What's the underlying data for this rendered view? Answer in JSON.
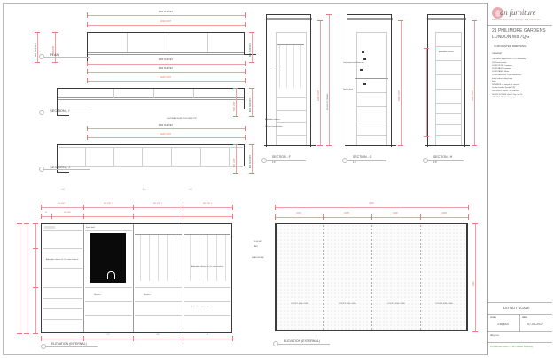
{
  "sheet": {
    "title_block": {
      "logo": {
        "script_text": "an furniture",
        "tagline": "Bespoke Furniture Design & Production"
      },
      "project_address_line1": "21 PHILIMORE GARDENS",
      "project_address_line2": "LONDON W8 7QG",
      "room_ref": "/5.28  MASTER DRESSING",
      "material_heading": "material",
      "material_lines": [
        "CARCASS: Egger H3451 ST22 Rosewood",
        "                (18-25mm boards)",
        "DOOR FRONT: Laminate",
        "DOOR BACK: Laminate",
        "DOOR PANEL: Mirror",
        "DOOR HANDLES: J-pull inserted into",
        "                frame and matching frame",
        "                finish",
        "DRAWERS: as sample for carcass",
        "                Leather handles (handle T45)",
        "SIDE ENDS: leather 2 lip and back",
        "GLIDES SYSTEM: Hettich Top Line XL",
        "HANGING RAILS: Champagne brushed"
      ],
      "do_not_scale": "DO NOT SCALE",
      "scale_label": "scale",
      "scale_value": "1:8@A3",
      "date_label": "date",
      "date_value": "07-06-2017",
      "dwg_no_label": "dwg no.",
      "dwg_no_value": "",
      "file_ref": "21 Philimore Gdns / 5.28 / Master Dressing"
    },
    "views": [
      {
        "name": "plan",
        "label": "PLAN",
        "scale": ""
      },
      {
        "name": "section-i",
        "label": "SECTION - I",
        "scale": "1:8"
      },
      {
        "name": "section-j",
        "label": "SECTION - J",
        "scale": "1:8"
      },
      {
        "name": "section-f",
        "label": "SECTION - F",
        "scale": "1:8"
      },
      {
        "name": "section-g",
        "label": "SECTION - G",
        "scale": "1:8"
      },
      {
        "name": "section-h",
        "label": "SECTION - H",
        "scale": "1:8"
      },
      {
        "name": "elevation-internal",
        "label": "ELEVATION (INTERNAL)",
        "scale": ""
      },
      {
        "name": "elevation-external",
        "label": "ELEVATION (EXTERNAL)",
        "scale": ""
      }
    ],
    "plan": {
      "dim_top_overall": "4052 SURVEY",
      "dim_top_inner": "4010 UNIT",
      "dim_bottom": "4052 SURVEY",
      "dim_left": "600 SURVEY",
      "dim_left_inner": "560 UNIT",
      "dim_right": "600 SURVEY"
    },
    "section_i": {
      "dim_top_overall": "4052 SURVEY",
      "dim_top_inner": "4010 UNIT",
      "dim_right": "600 SURVEY",
      "dim_right_inner": "560 UNIT",
      "note": "LIGHTWAVE FLAP ON DOUBLE TOP"
    },
    "section_j": {
      "dim_top_overall": "4052 SURVEY",
      "dim_top_inner": "4010 UNIT",
      "dim_right": "600 SURVEY",
      "dim_right_inner": "560 UNIT"
    },
    "section_f": {
      "notes": [
        "Adjustable shelves",
        "Pull out shoe brackets"
      ],
      "dim_height": "2340 UNIT",
      "dim_floor": "FLOOR TO CEILING"
    },
    "section_g": {
      "notes": [
        "Countertop knockdown top",
        "Drawer front"
      ],
      "dim_height": "2340 UNIT"
    },
    "section_h": {
      "notes": [
        "Adjustable shelves"
      ],
      "dim_height": "2340 UNIT",
      "dim_floor": "FLOOR TO CEILING"
    },
    "elevation_internal": {
      "notes": [
        "Adjustable shelves 3x (1 x extra shelves)",
        "Adjustable shelves 5x (1 x extra shelves)",
        "Fixed shelf",
        "Drawers",
        "Drawers",
        "Adjustable shelves 4x"
      ],
      "dim_units": [
        "575 UNIT 1",
        "986 UNIT 2",
        "986 UNIT 3",
        "986 UNIT 4"
      ],
      "dim_sub": [
        "40",
        "40",
        "455 UNIT",
        "40",
        "471",
        "460",
        "36"
      ],
      "dim_heights": [
        "80",
        "300",
        "220",
        "220",
        "240",
        "300",
        "300",
        "180",
        "150",
        "100"
      ]
    },
    "elevation_external": {
      "dim_top_overall": "4010",
      "dim_doors": [
        "1000",
        "1005",
        "1000",
        "1005"
      ],
      "door_labels": [
        "DOOR 1 1000 x 2300",
        "DOOR 2 1005 x 2300",
        "DOOR 3 1000 x 2300",
        "DOOR 4 1005 x 2300"
      ],
      "side_notes": [
        "20-50 GAP",
        "PART",
        "SHADOW GAP"
      ],
      "dim_right": "2340"
    }
  }
}
